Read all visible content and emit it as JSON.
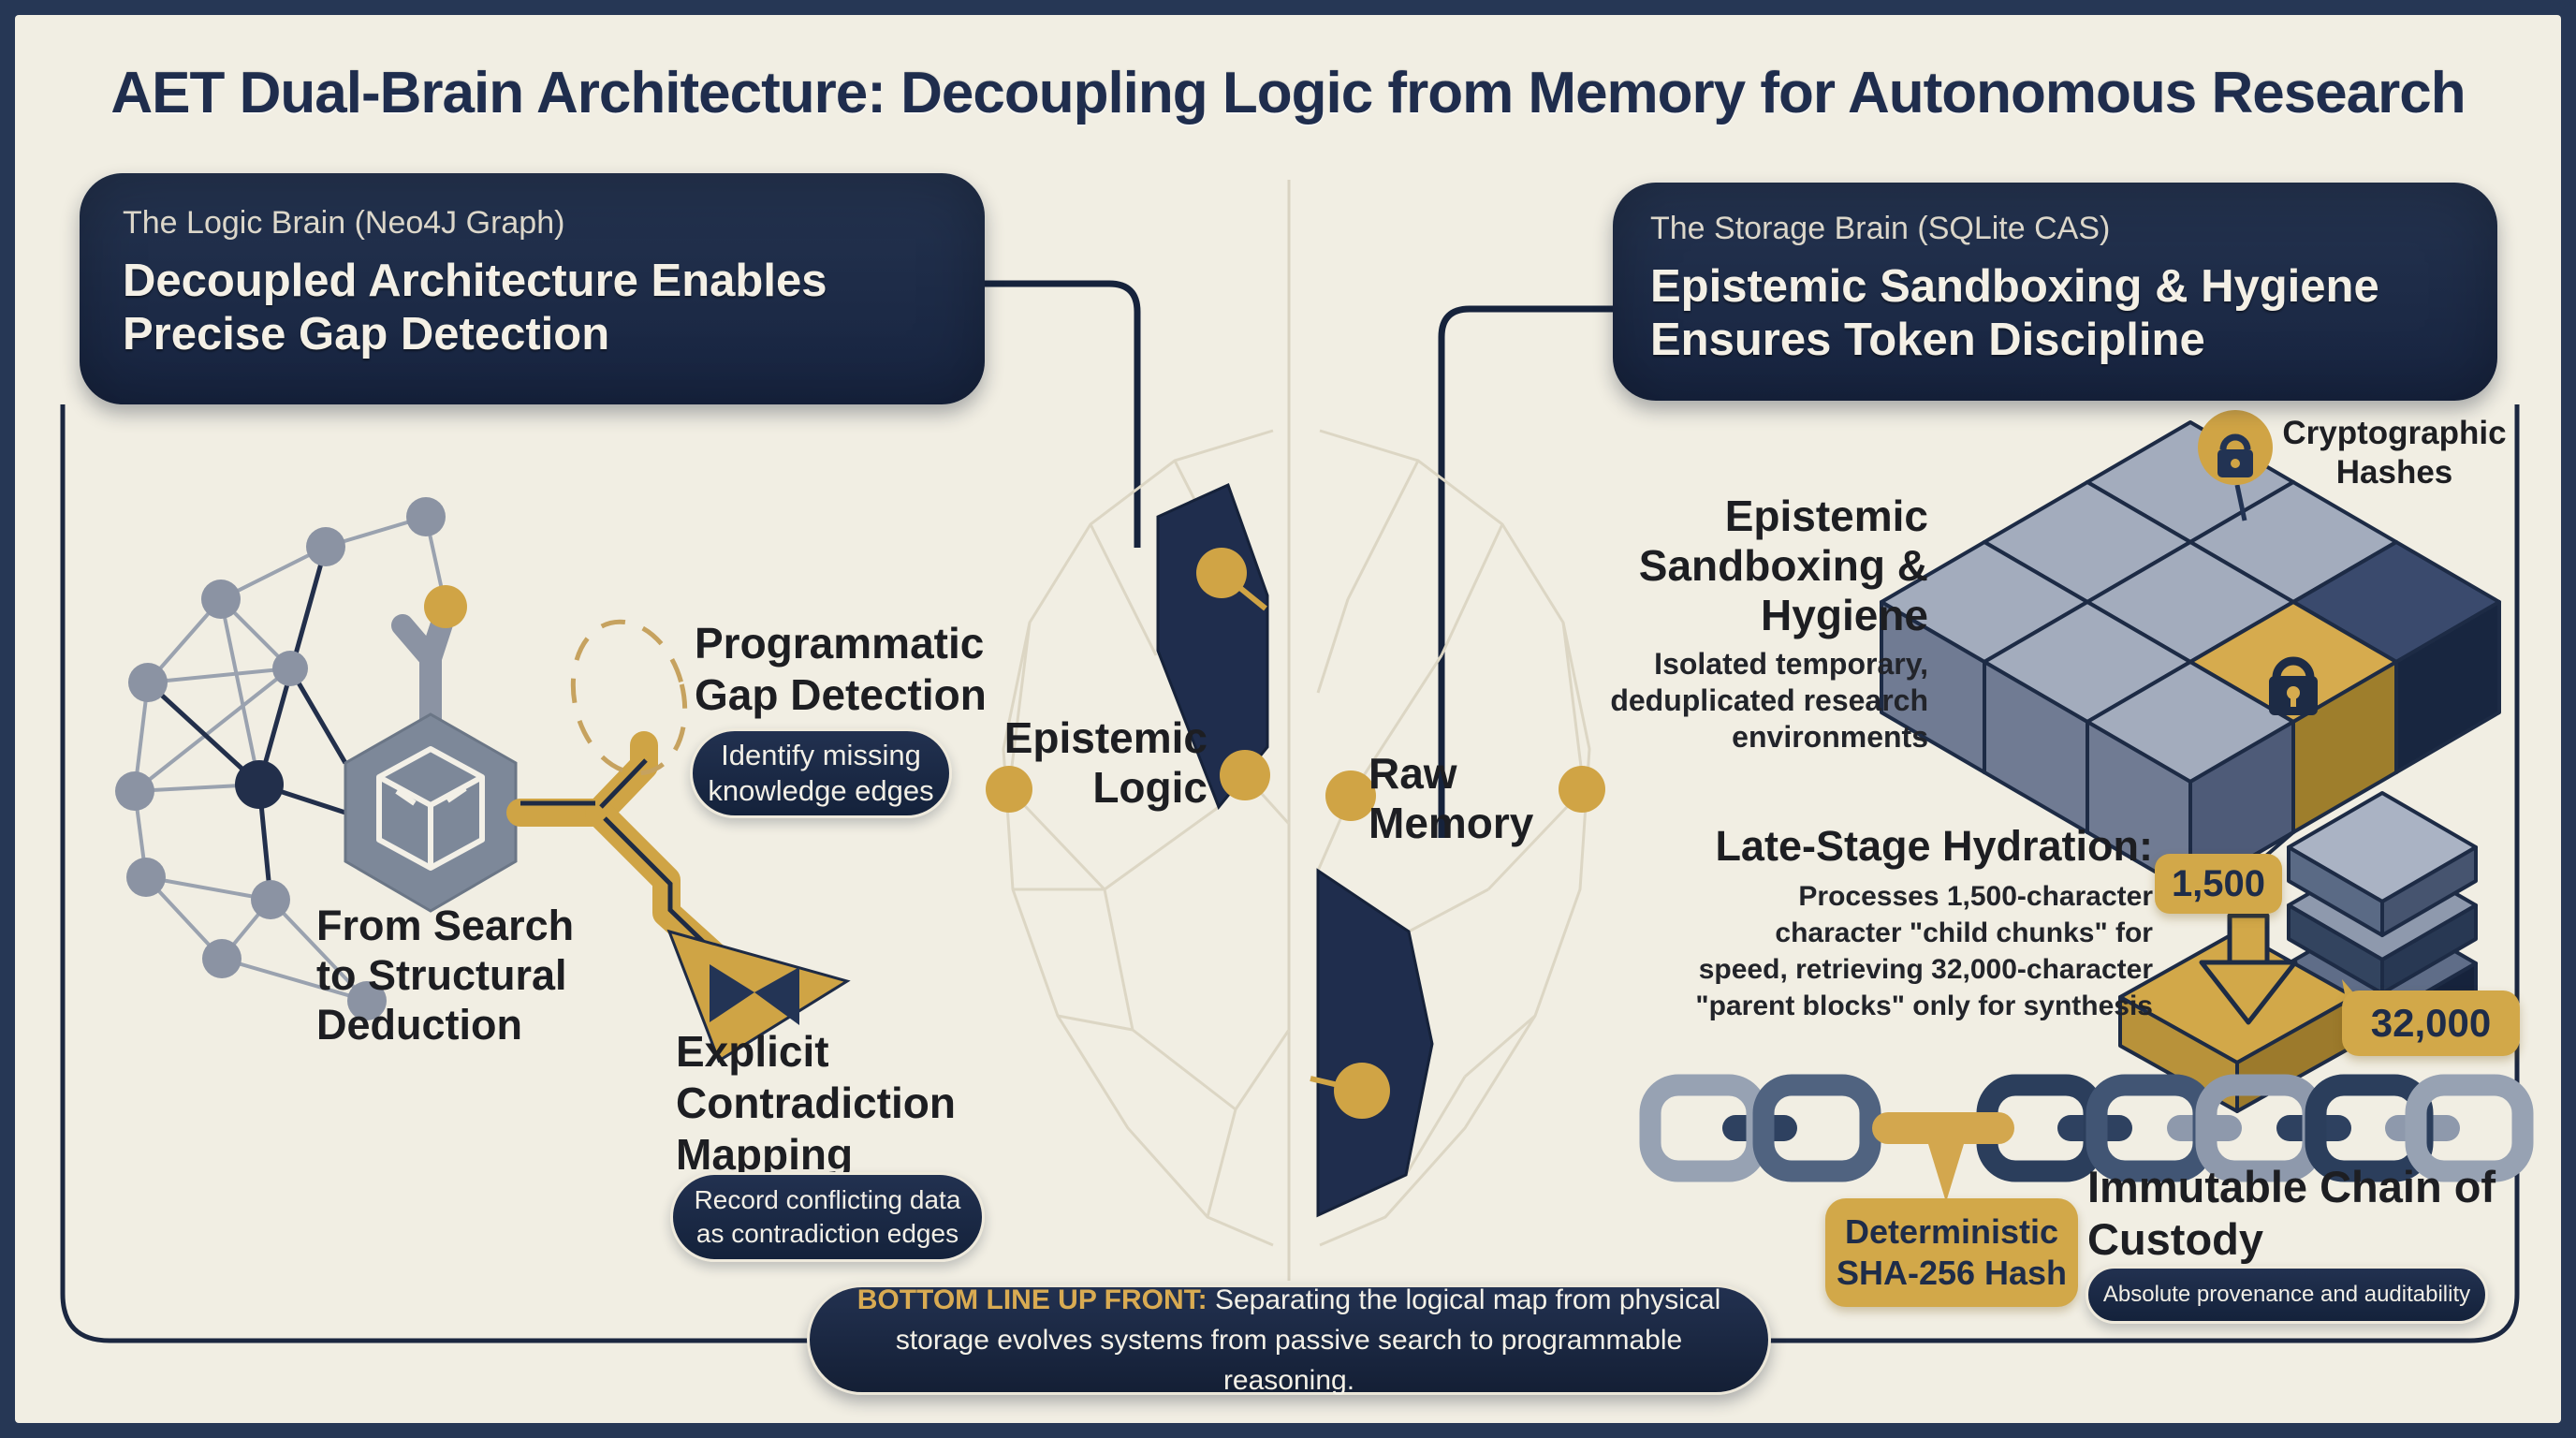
{
  "colors": {
    "border": "#263755",
    "cream": "#f1eee3",
    "navy": "#1b2944",
    "gold": "#d2a849",
    "ink": "#1d1e22"
  },
  "title": "AET Dual-Brain Architecture: Decoupling Logic from Memory for Autonomous Research",
  "left": {
    "kicker": "The Logic Brain (Neo4J Graph)",
    "heading": "Decoupled Architecture Enables\nPrecise Gap Detection",
    "graph_caption": "From Search\nto Structural\nDeduction",
    "gap_title": "Programmatic\nGap Detection",
    "gap_badge": "Identify missing\nknowledge edges",
    "contradiction_title": "Explicit\nContradiction\nMapping",
    "contradiction_badge": "Record conflicting data\nas contradiction edges"
  },
  "center": {
    "logic_label": "Epistemic\nLogic",
    "memory_label": "Raw\nMemory"
  },
  "right": {
    "kicker": "The Storage Brain (SQLite CAS)",
    "heading": "Epistemic Sandboxing & Hygiene\nEnsures Token Discipline",
    "sandbox_title": "Epistemic\nSandboxing &\nHygiene",
    "sandbox_sub": "Isolated temporary,\ndeduplicated research\nenvironments",
    "crypto_label": "Cryptographic\nHashes",
    "hydration_title": "Late-Stage Hydration:",
    "hydration_body": "Processes 1,500-character\ncharacter \"child chunks\" for\nspeed, retrieving 32,000-character\n\"parent blocks\" only for synthesis",
    "child_badge": "1,500",
    "parent_badge": "32,000",
    "hash_badge": "Deterministic\nSHA-256 Hash",
    "chain_title": "Immutable Chain of\nCustody",
    "chain_badge": "Absolute provenance and auditability"
  },
  "footer": {
    "lead": "BOTTOM LINE UP FRONT:",
    "text": "Separating the logical map from physical storage evolves systems from passive search to programmable reasoning."
  }
}
